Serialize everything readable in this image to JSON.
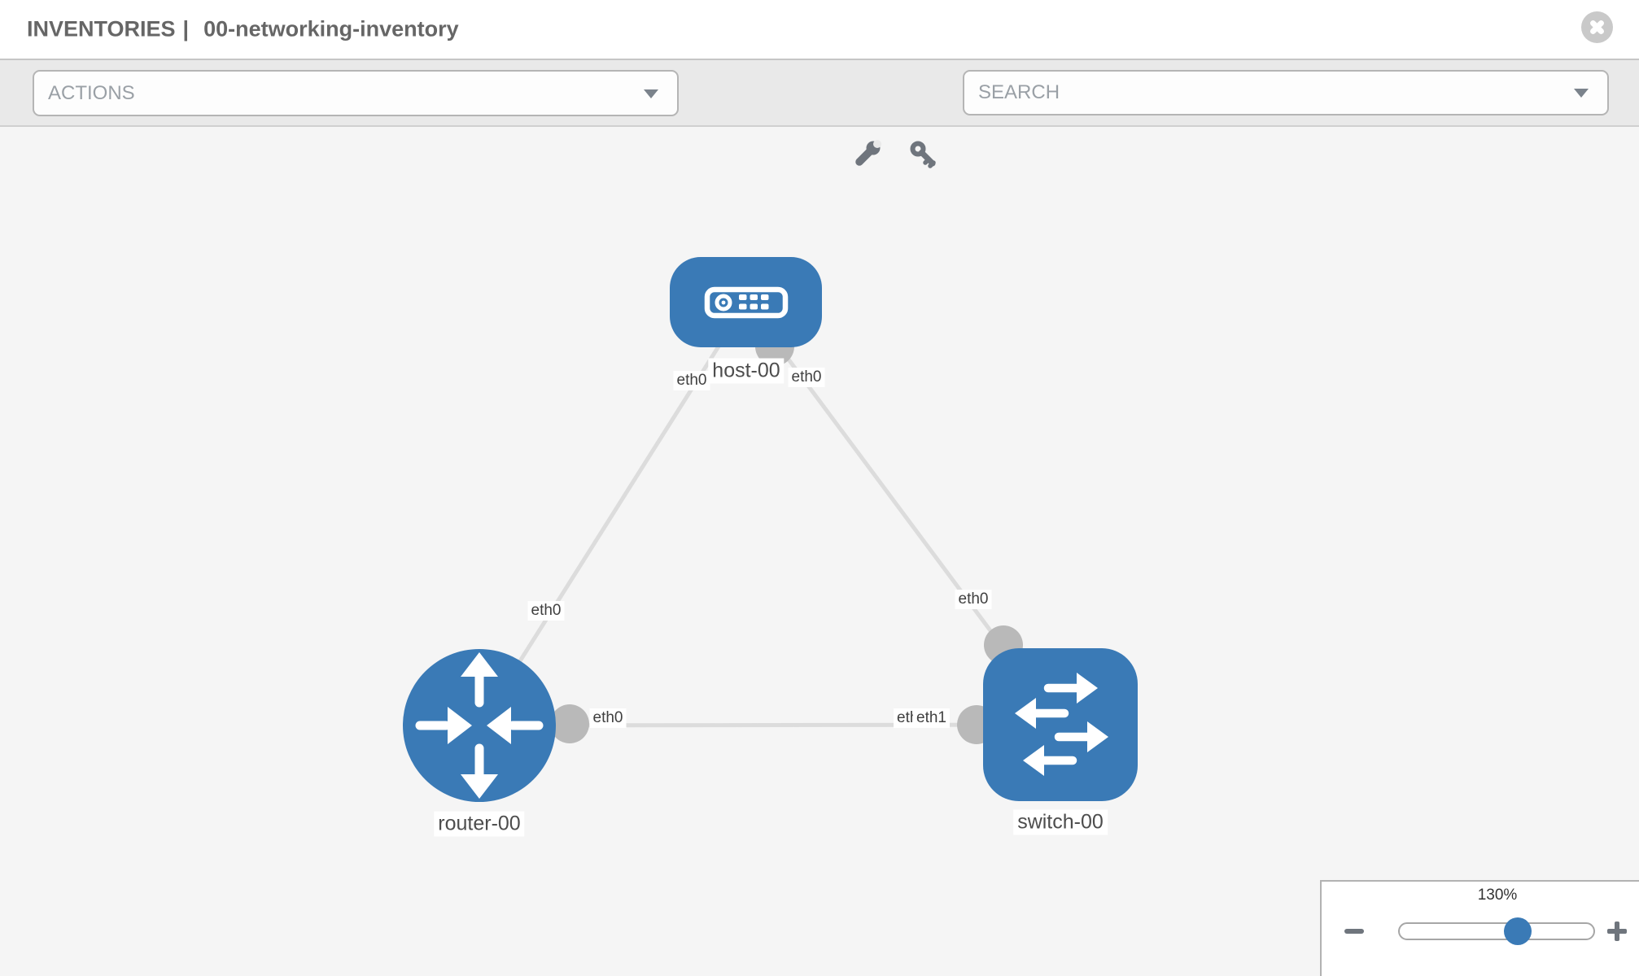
{
  "header": {
    "section": "INVENTORIES",
    "separator": "|",
    "inventory_name": "00-networking-inventory"
  },
  "toolbar": {
    "actions_label": "ACTIONS",
    "search_placeholder": "SEARCH"
  },
  "topology": {
    "nodes": [
      {
        "id": "host-00",
        "type": "host",
        "label": "host-00"
      },
      {
        "id": "router-00",
        "type": "router",
        "label": "router-00"
      },
      {
        "id": "switch-00",
        "type": "switch",
        "label": "switch-00"
      }
    ],
    "links": [
      {
        "from": "host-00",
        "to": "router-00",
        "from_interface": "eth0",
        "to_interface": "eth0"
      },
      {
        "from": "host-00",
        "to": "switch-00",
        "from_interface": "eth0",
        "to_interface": "eth0"
      },
      {
        "from": "router-00",
        "to": "switch-00",
        "from_interface": "eth0",
        "to_interface": "eth1"
      }
    ],
    "interface_labels": [
      {
        "text": "eth0",
        "link": "host-router",
        "end": "host"
      },
      {
        "text": "eth0",
        "link": "host-switch",
        "end": "host"
      },
      {
        "text": "eth0",
        "link": "host-router",
        "end": "router"
      },
      {
        "text": "eth0",
        "link": "host-switch",
        "end": "switch"
      },
      {
        "text": "eth0",
        "link": "router-switch",
        "end": "router"
      },
      {
        "text": "eth1",
        "link": "router-switch",
        "end": "switch",
        "occluded": true
      },
      {
        "text": "eth1",
        "link": "router-switch",
        "end": "switch"
      }
    ]
  },
  "zoom_control": {
    "value": "130%"
  },
  "colors": {
    "node_blue": "#3a7ab6",
    "link_gray": "#dcdcdc",
    "stub_gray": "#b9b9b9",
    "canvas_bg": "#f5f5f5",
    "toolbar_bg": "#e9e9e9"
  }
}
